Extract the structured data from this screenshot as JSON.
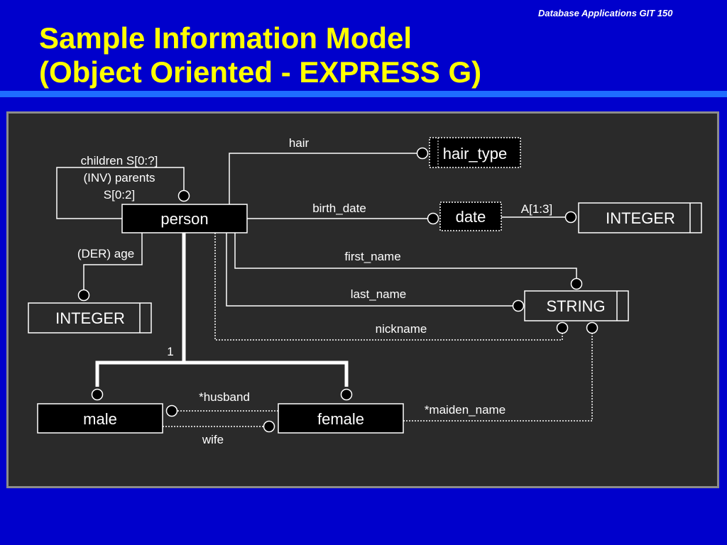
{
  "header": {
    "note": "Database Applications  GIT 150",
    "title_line1": "Sample  Information  Model",
    "title_line2": "(Object Oriented - EXPRESS G)"
  },
  "colors": {
    "background": "#0000cc",
    "title": "#ffff00",
    "rule": "#1e6cff",
    "panel": "#2a2a2a",
    "line": "#ffffff"
  },
  "entities": {
    "person": "person",
    "male": "male",
    "female": "female",
    "hair_type": "hair_type",
    "date": "date",
    "integer_age": "INTEGER",
    "integer_date": "INTEGER",
    "string": "STRING"
  },
  "relations": {
    "hair": "hair",
    "children_1": "children S[0:?]",
    "children_2": "(INV) parents",
    "children_3": "S[0:2]",
    "birth_date": "birth_date",
    "date_aggregate": "A[1:3]",
    "age": "(DER) age",
    "first_name": "first_name",
    "last_name": "last_name",
    "nickname": "nickname",
    "supertype_one": "1",
    "husband": "*husband",
    "wife": "wife",
    "maiden_name": "*maiden_name"
  }
}
